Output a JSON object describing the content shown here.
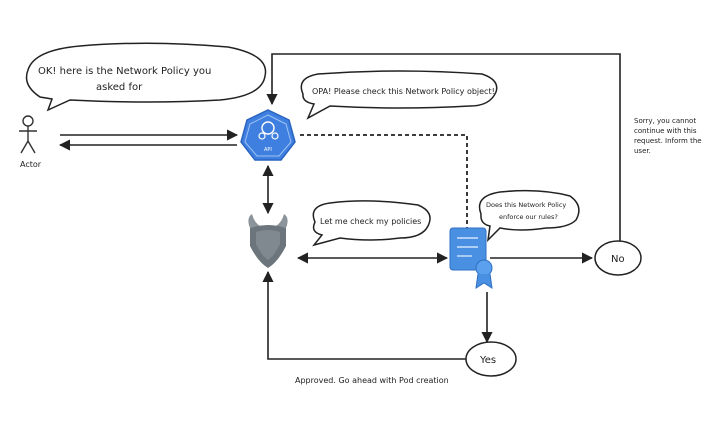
{
  "actor": {
    "label": "Actor"
  },
  "bubbles": {
    "actor_reply_line1": "OK! here is the Network Policy you",
    "actor_reply_line2": "asked for",
    "api_to_opa": "OPA! Please check this Network Policy object!",
    "opa_thinking": "Let me check my policies",
    "policy_question_line1": "Does this Network Policy",
    "policy_question_line2": "enforce our rules?"
  },
  "api_server": {
    "label": "API",
    "color": "#3f7fe0"
  },
  "decisions": {
    "no": "No",
    "yes": "Yes"
  },
  "notes": {
    "sorry_line1": "Sorry, you cannot",
    "sorry_line2": "continue with this",
    "sorry_line3": "request. Inform the",
    "sorry_line4": "user.",
    "approved": "Approved. Go ahead with Pod creation"
  },
  "colors": {
    "line": "#333333",
    "accent": "#4a90e2",
    "opa": "#707a80"
  }
}
